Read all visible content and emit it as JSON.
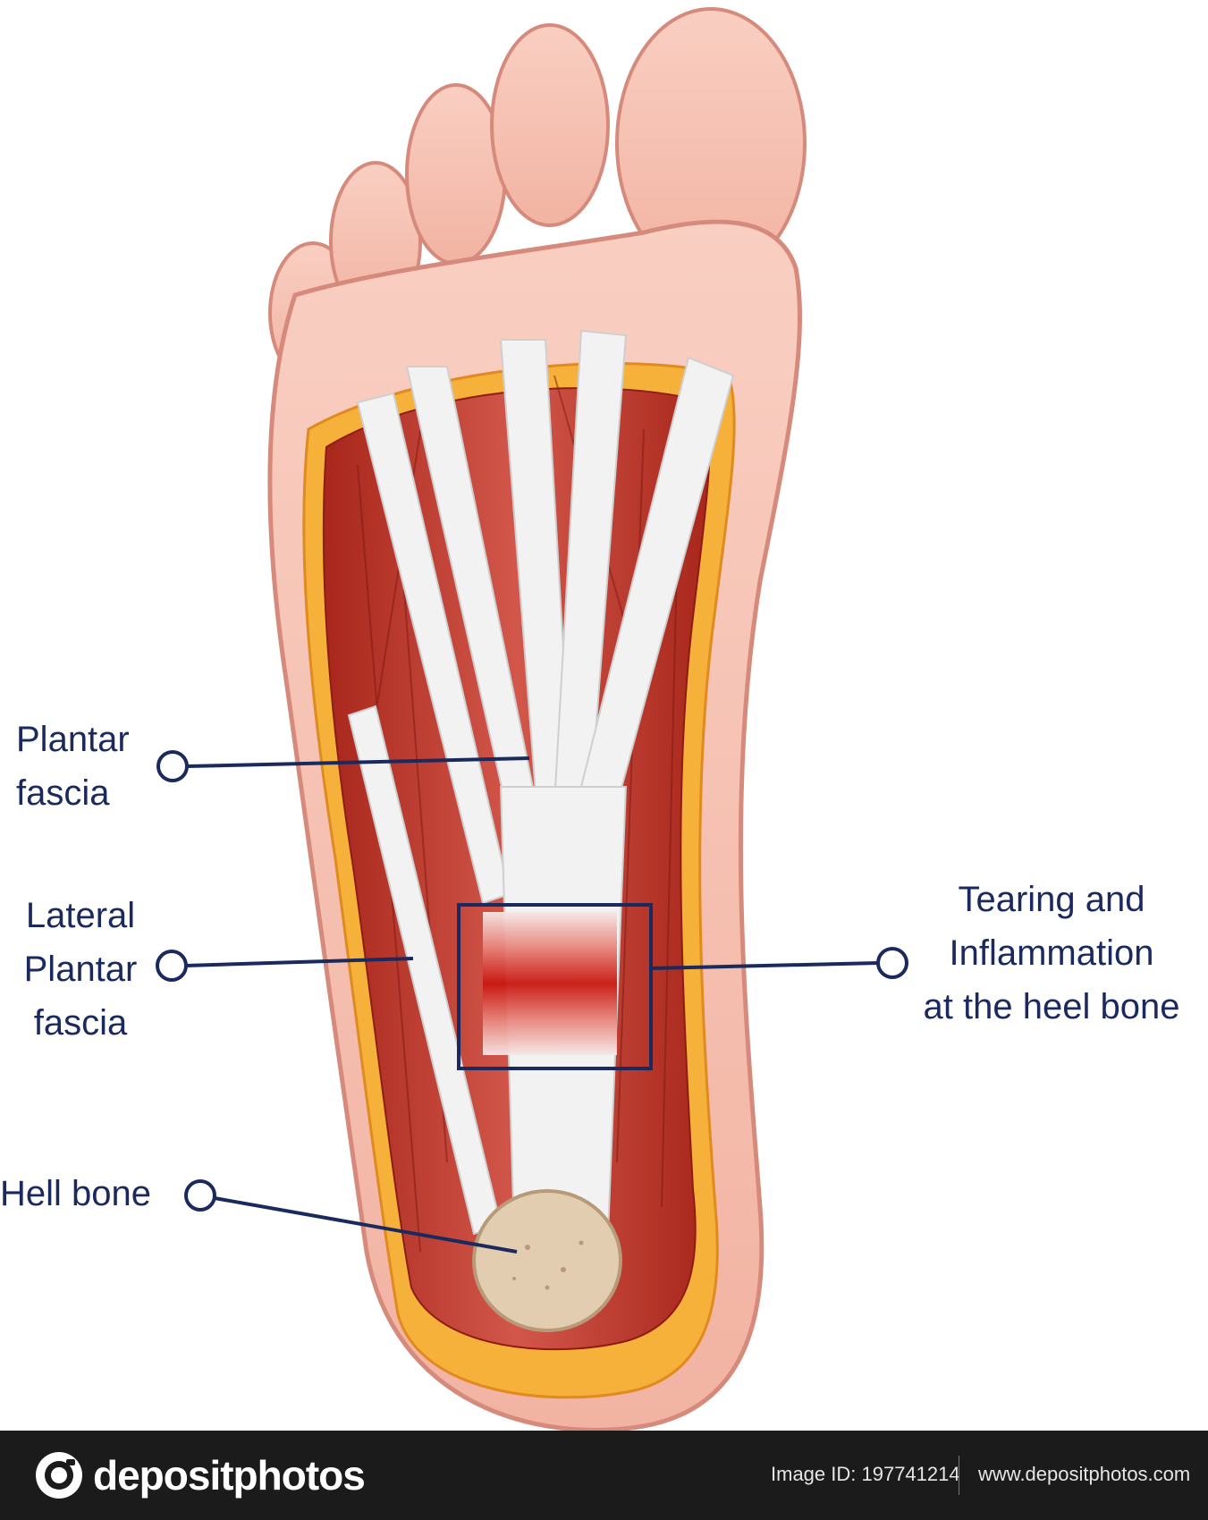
{
  "labels": {
    "plantar_fascia": [
      "Plantar",
      "fascia"
    ],
    "lateral_plantar_fascia": [
      "Lateral",
      "Plantar",
      "fascia"
    ],
    "heel_bone": "Hell bone",
    "tearing": [
      "Tearing and",
      "Inflammation",
      "at the heel bone"
    ]
  },
  "colors": {
    "label_text": "#1b2a5e",
    "leader_line": "#1b2a5e",
    "skin": "#f6c2b4",
    "skin_outline": "#d68a7c",
    "muscle": "#c0392b",
    "fascia": "#f2f2f2",
    "fat": "#f5b13a",
    "bone": "#e3cdb0",
    "footer_bg": "#1b1b1b"
  },
  "footer": {
    "logo_icon": "camera-icon",
    "logo_text": "depositphotos",
    "image_id": "Image ID: 197741214",
    "site_url": "www.depositphotos.com"
  }
}
